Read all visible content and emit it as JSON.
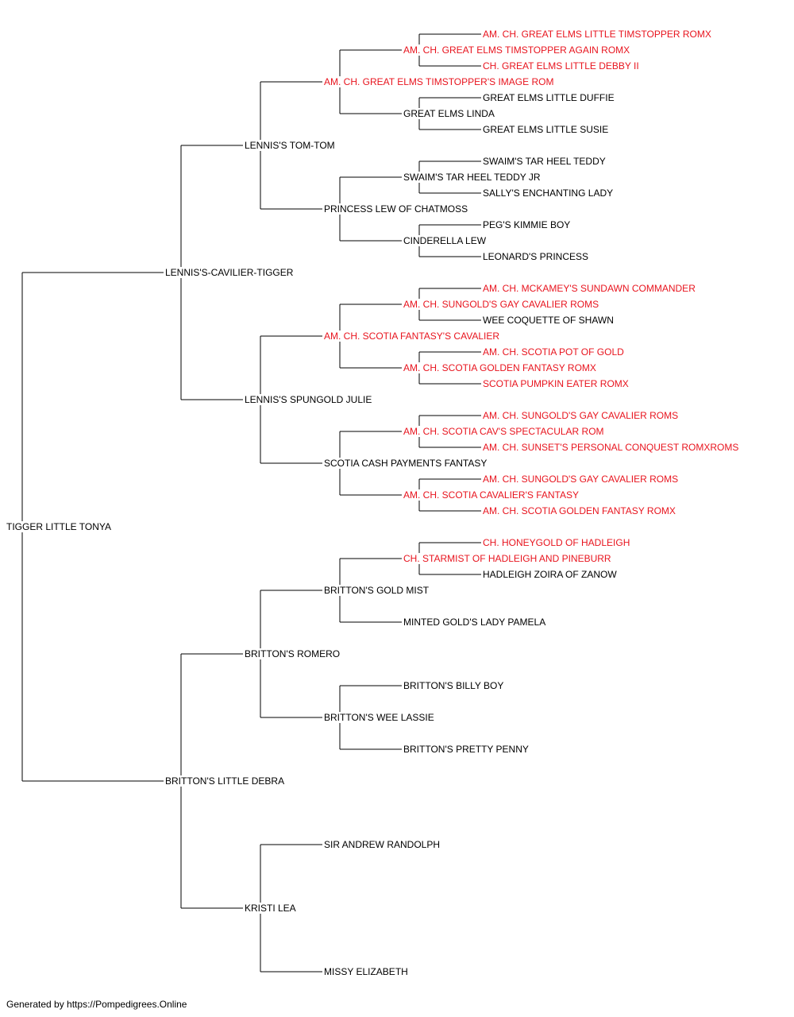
{
  "colors": {
    "champion": "#e8141e",
    "normal": "#000000",
    "line": "#000000"
  },
  "footer": "Generated by https://Pompedigrees.Online",
  "pedigree": {
    "name": "TIGGER LITTLE TONYA",
    "champion": false,
    "sire": {
      "name": "LENNIS'S-CAVILIER-TIGGER",
      "champion": false,
      "sire": {
        "name": "LENNIS'S TOM-TOM",
        "champion": false,
        "sire": {
          "name": "AM. CH. GREAT ELMS TIMSTOPPER'S IMAGE ROM",
          "champion": true,
          "sire": {
            "name": "AM. CH. GREAT ELMS TIMSTOPPER AGAIN ROMX",
            "champion": true,
            "sire": {
              "name": "AM. CH. GREAT ELMS LITTLE TIMSTOPPER ROMX",
              "champion": true
            },
            "dam": {
              "name": "CH. GREAT ELMS LITTLE DEBBY II",
              "champion": true
            }
          },
          "dam": {
            "name": "GREAT ELMS LINDA",
            "champion": false,
            "sire": {
              "name": "GREAT ELMS LITTLE DUFFIE",
              "champion": false
            },
            "dam": {
              "name": "GREAT ELMS LITTLE SUSIE",
              "champion": false
            }
          }
        },
        "dam": {
          "name": "PRINCESS LEW OF CHATMOSS",
          "champion": false,
          "sire": {
            "name": "SWAIM'S TAR HEEL TEDDY JR",
            "champion": false,
            "sire": {
              "name": "SWAIM'S TAR HEEL TEDDY",
              "champion": false
            },
            "dam": {
              "name": "SALLY'S ENCHANTING LADY",
              "champion": false
            }
          },
          "dam": {
            "name": "CINDERELLA LEW",
            "champion": false,
            "sire": {
              "name": "PEG'S KIMMIE BOY",
              "champion": false
            },
            "dam": {
              "name": "LEONARD'S PRINCESS",
              "champion": false
            }
          }
        }
      },
      "dam": {
        "name": "LENNIS'S SPUNGOLD JULIE",
        "champion": false,
        "sire": {
          "name": "AM. CH. SCOTIA FANTASY'S CAVALIER",
          "champion": true,
          "sire": {
            "name": "AM. CH. SUNGOLD'S GAY CAVALIER ROMS",
            "champion": true,
            "sire": {
              "name": "AM. CH. MCKAMEY'S SUNDAWN COMMANDER",
              "champion": true
            },
            "dam": {
              "name": "WEE COQUETTE OF SHAWN",
              "champion": false
            }
          },
          "dam": {
            "name": "AM. CH. SCOTIA GOLDEN FANTASY ROMX",
            "champion": true,
            "sire": {
              "name": "AM. CH. SCOTIA POT OF GOLD",
              "champion": true
            },
            "dam": {
              "name": "SCOTIA PUMPKIN EATER ROMX",
              "champion": true
            }
          }
        },
        "dam": {
          "name": "SCOTIA CASH PAYMENTS FANTASY",
          "champion": false,
          "sire": {
            "name": "AM. CH. SCOTIA CAV'S SPECTACULAR ROM",
            "champion": true,
            "sire": {
              "name": "AM. CH. SUNGOLD'S GAY CAVALIER ROMS",
              "champion": true
            },
            "dam": {
              "name": "AM. CH. SUNSET'S PERSONAL CONQUEST ROMXROMS",
              "champion": true
            }
          },
          "dam": {
            "name": "AM. CH. SCOTIA CAVALIER'S FANTASY",
            "champion": true,
            "sire": {
              "name": "AM. CH. SUNGOLD'S GAY CAVALIER ROMS",
              "champion": true
            },
            "dam": {
              "name": "AM. CH. SCOTIA GOLDEN FANTASY ROMX",
              "champion": true
            }
          }
        }
      }
    },
    "dam": {
      "name": "BRITTON'S LITTLE DEBRA",
      "champion": false,
      "sire": {
        "name": "BRITTON'S ROMERO",
        "champion": false,
        "sire": {
          "name": "BRITTON'S GOLD MIST",
          "champion": false,
          "sire": {
            "name": "CH. STARMIST OF HADLEIGH AND PINEBURR",
            "champion": true,
            "sire": {
              "name": "CH. HONEYGOLD OF HADLEIGH",
              "champion": true
            },
            "dam": {
              "name": "HADLEIGH ZOIRA OF ZANOW",
              "champion": false
            }
          },
          "dam": {
            "name": "MINTED GOLD'S LADY PAMELA",
            "champion": false
          }
        },
        "dam": {
          "name": "BRITTON'S WEE LASSIE",
          "champion": false,
          "sire": {
            "name": "BRITTON'S BILLY BOY",
            "champion": false
          },
          "dam": {
            "name": "BRITTON'S PRETTY PENNY",
            "champion": false
          }
        }
      },
      "dam": {
        "name": "KRISTI LEA",
        "champion": false,
        "sire": {
          "name": "SIR ANDREW RANDOLPH",
          "champion": false
        },
        "dam": {
          "name": "MISSY ELIZABETH",
          "champion": false
        }
      }
    }
  }
}
